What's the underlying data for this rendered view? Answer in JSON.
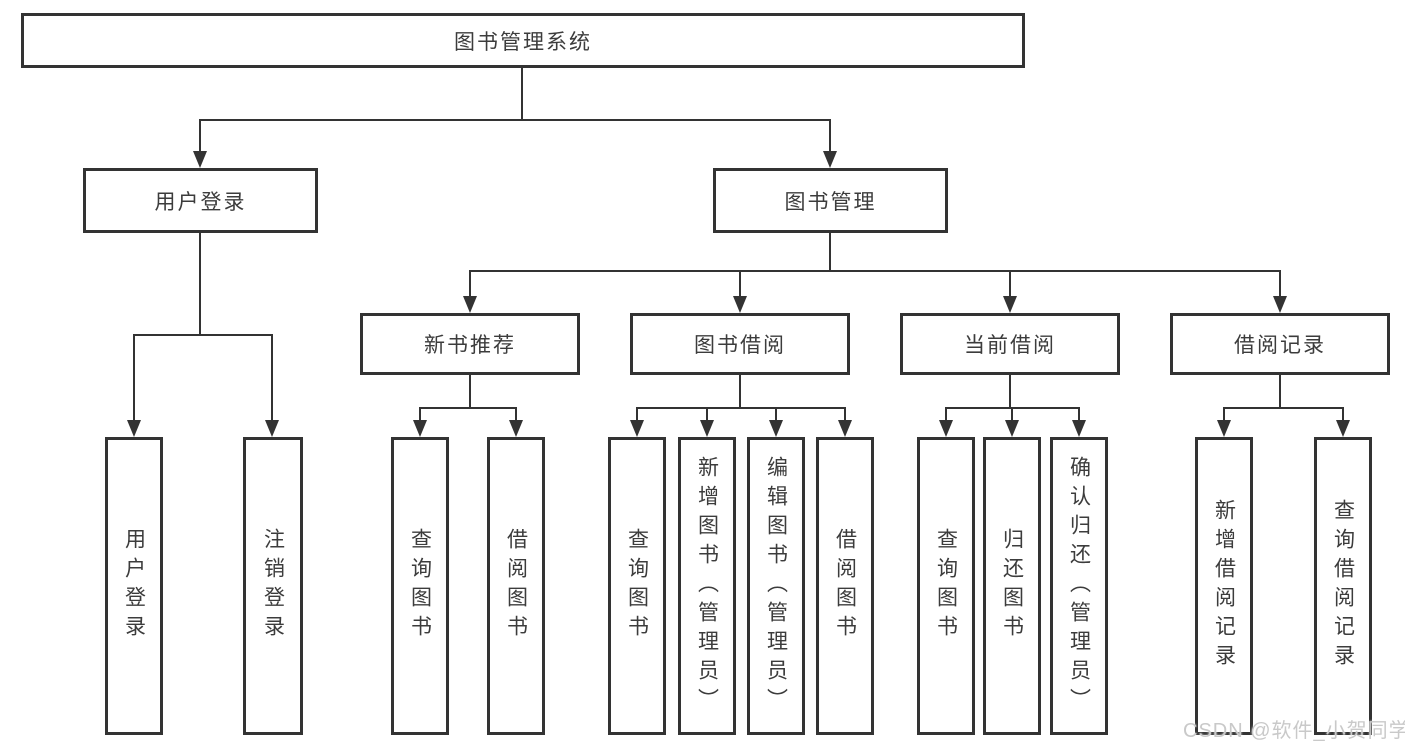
{
  "diagram_title": "图书管理系统",
  "tree": {
    "root": {
      "label": "图书管理系统",
      "children": [
        {
          "label": "用户登录",
          "children": [
            {
              "label": "用户登录"
            },
            {
              "label": "注销登录"
            }
          ]
        },
        {
          "label": "图书管理",
          "children": [
            {
              "label": "新书推荐",
              "children": [
                {
                  "label": "查询图书"
                },
                {
                  "label": "借阅图书"
                }
              ]
            },
            {
              "label": "图书借阅",
              "children": [
                {
                  "label": "查询图书"
                },
                {
                  "label": "新增图书（管理员）"
                },
                {
                  "label": "编辑图书（管理员）"
                },
                {
                  "label": "借阅图书"
                }
              ]
            },
            {
              "label": "当前借阅",
              "children": [
                {
                  "label": "查询图书"
                },
                {
                  "label": "归还图书"
                },
                {
                  "label": "确认归还（管理员）"
                }
              ]
            },
            {
              "label": "借阅记录",
              "children": [
                {
                  "label": "新增借阅记录"
                },
                {
                  "label": "查询借阅记录"
                }
              ]
            }
          ]
        }
      ]
    }
  },
  "watermark": {
    "text": "CSDN @软件_小贺同学"
  },
  "colors": {
    "line": "#333333",
    "border": "#333333",
    "text": "#3c3c3c",
    "background": "#ffffff",
    "watermark": "#c9c9c9"
  }
}
